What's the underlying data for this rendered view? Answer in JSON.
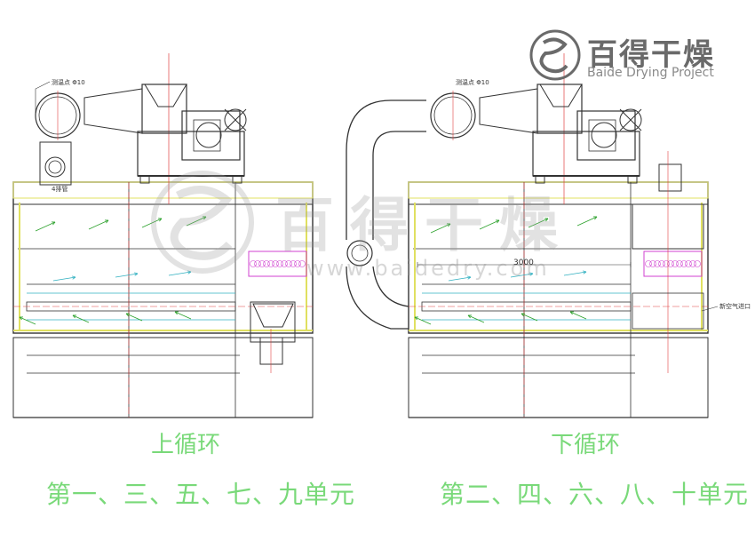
{
  "logo": {
    "name": "百得干燥",
    "subtitle": "Baide Drying Project",
    "icon": "baide-seal-logo",
    "color": "#6a6a6a"
  },
  "watermark": {
    "name": "百得干燥",
    "url": "www.baidedry.com"
  },
  "left_unit": {
    "title": "上循环",
    "units": "第一、三、五、七、九单元",
    "label_measure": "测温点 Φ10",
    "label_inlet": "4排管"
  },
  "right_unit": {
    "title": "下循环",
    "units": "第二、四、六、八、十单元",
    "label_measure": "测温点 Φ10",
    "dimension": "3000",
    "label_outlet": "新空气进口"
  },
  "colors": {
    "caption": "#79d979",
    "outline": "#333333",
    "centerline": "#e04040",
    "frame": "#e0e060",
    "airflow": "#2aa02a",
    "heater": "#d040d0",
    "cyan": "#30b0c0"
  }
}
